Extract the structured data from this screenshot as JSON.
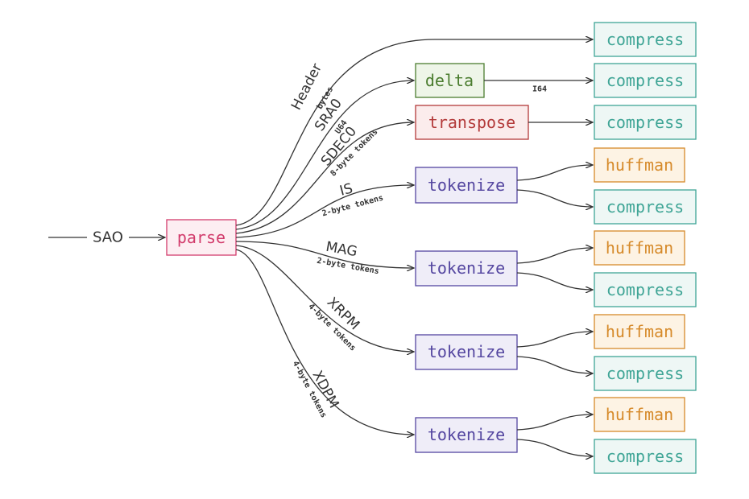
{
  "colors": {
    "parse": "#d23c6c",
    "compress": "#3fa596",
    "delta": "#4b7d2f",
    "transpose": "#b33a3a",
    "tokenize": "#5446a0",
    "huffman": "#d68a2a"
  },
  "input_label": "SAO",
  "nodes": {
    "parse": "parse",
    "delta": "delta",
    "transpose": "transpose",
    "tokenize": "tokenize",
    "huffman": "huffman",
    "compress": "compress"
  },
  "edges": [
    {
      "name": "Header",
      "type": "bytes"
    },
    {
      "name": "SRA0",
      "type": "U64"
    },
    {
      "name": "SDEC0",
      "type": "8-byte tokens"
    },
    {
      "name": "IS",
      "type": "2-byte tokens"
    },
    {
      "name": "MAG",
      "type": "2-byte tokens"
    },
    {
      "name": "XRPM",
      "type": "4-byte tokens"
    },
    {
      "name": "XDPM",
      "type": "4-byte tokens"
    }
  ],
  "delta_output_type": "I64"
}
